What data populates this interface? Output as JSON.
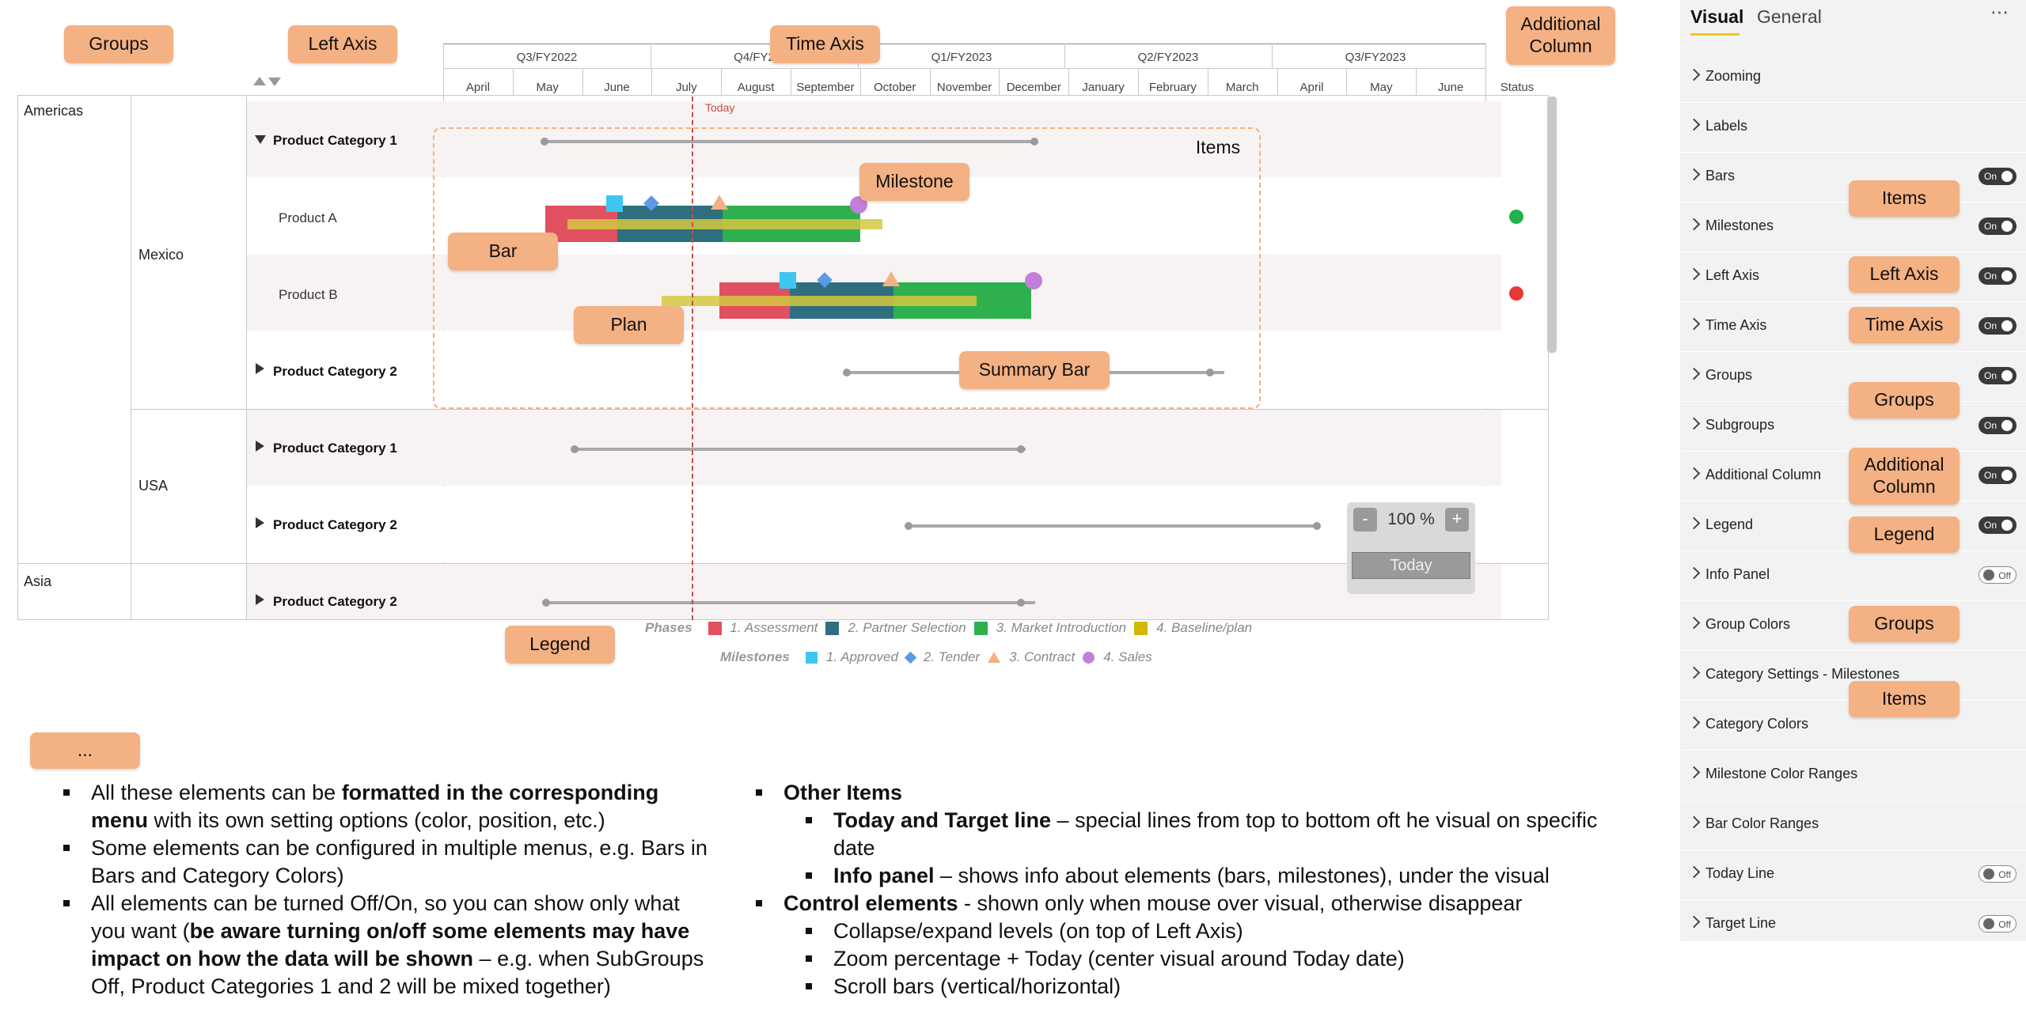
{
  "callouts": {
    "groups": "Groups",
    "left_axis": "Left Axis",
    "time_axis": "Time Axis",
    "additional_column": "Additional Column",
    "items": "Items",
    "milestone": "Milestone",
    "bar": "Bar",
    "plan": "Plan",
    "summary_bar": "Summary Bar",
    "legend": "Legend",
    "more": "...",
    "panel_items": "Items",
    "panel_left_axis": "Left Axis",
    "panel_time_axis": "Time Axis",
    "panel_groups": "Groups",
    "panel_additional_column": "Additional Column",
    "panel_legend": "Legend",
    "panel_group_colors": "Groups",
    "panel_category_items": "Items"
  },
  "gantt": {
    "quarters": [
      "Q3/FY2022",
      "Q4/FY2",
      "Q1/FY2023",
      "Q2/FY2023",
      "Q3/FY2023"
    ],
    "months": [
      "April",
      "May",
      "June",
      "July",
      "August",
      "September",
      "October",
      "November",
      "December",
      "January",
      "February",
      "March",
      "April",
      "May",
      "June"
    ],
    "status_header": "Status",
    "today_label": "Today",
    "groups": [
      "Americas",
      "Asia"
    ],
    "subgroups": [
      "Mexico",
      "USA"
    ],
    "rows": {
      "cat1_mexico": "Product Category 1",
      "product_a": "Product A",
      "product_b": "Product B",
      "cat2_mexico": "Product Category 2",
      "cat1_usa": "Product Category 1",
      "cat2_usa": "Product Category 2",
      "cat2_asia": "Product Category 2"
    },
    "zoom": {
      "minus": "-",
      "value": "100 %",
      "plus": "+",
      "today_button": "Today"
    },
    "status_colors": {
      "product_a": "#22b14c",
      "product_b": "#e53935"
    }
  },
  "legend": {
    "phases_title": "Phases",
    "phases": [
      {
        "label": "1. Assessment",
        "color": "#e05060"
      },
      {
        "label": "2. Partner Selection",
        "color": "#2e6e7e"
      },
      {
        "label": "3. Market Introduction",
        "color": "#2fb04f"
      },
      {
        "label": "4. Baseline/plan",
        "color": "#d4b800"
      }
    ],
    "milestones_title": "Milestones",
    "milestones": [
      {
        "label": "1. Approved",
        "color": "#3ec6f0",
        "shape": "square"
      },
      {
        "label": "2. Tender",
        "color": "#5a9ae8",
        "shape": "diamond"
      },
      {
        "label": "3. Contract",
        "color": "#f4b183",
        "shape": "triangle"
      },
      {
        "label": "4. Sales",
        "color": "#c27ed8",
        "shape": "circle"
      }
    ]
  },
  "panel": {
    "tabs": [
      "Visual",
      "General"
    ],
    "more": "⋯",
    "items": [
      {
        "label": "Zooming",
        "toggle": null
      },
      {
        "label": "Labels",
        "toggle": null
      },
      {
        "label": "Bars",
        "toggle": "On"
      },
      {
        "label": "Milestones",
        "toggle": "On"
      },
      {
        "label": "Left Axis",
        "toggle": "On"
      },
      {
        "label": "Time Axis",
        "toggle": "On"
      },
      {
        "label": "Groups",
        "toggle": "On"
      },
      {
        "label": "Subgroups",
        "toggle": "On"
      },
      {
        "label": "Additional Column",
        "toggle": "On"
      },
      {
        "label": "Legend",
        "toggle": "On"
      },
      {
        "label": "Info Panel",
        "toggle": "Off"
      },
      {
        "label": "Group Colors",
        "toggle": null
      },
      {
        "label": "Category Settings - Milestones",
        "toggle": null
      },
      {
        "label": "Category Colors",
        "toggle": null
      },
      {
        "label": "Milestone Color Ranges",
        "toggle": null
      },
      {
        "label": "Bar Color Ranges",
        "toggle": null
      },
      {
        "label": "Today Line",
        "toggle": "Off"
      },
      {
        "label": "Target Line",
        "toggle": "Off"
      }
    ]
  },
  "notes_left": {
    "b1_pre": "All these elements can be ",
    "b1_bold": "formatted in the corresponding menu",
    "b1_post": " with its own setting options (color, position, etc.)",
    "b2": "Some elements can be configured in multiple menus, e.g. Bars in Bars and Category Colors)",
    "b3_pre": "All elements can be turned Off/On, so you can show only what you want (",
    "b3_bold": "be aware turning on/off some elements may have impact on how the data will be shown",
    "b3_post": " – e.g. when SubGroups Off, Product Categories 1 and 2 will be mixed together)"
  },
  "notes_right": {
    "other_items": "Other Items",
    "today_bold": "Today and Target line",
    "today_text": " – special lines from top to bottom oft he visual on specific date",
    "info_bold": "Info panel",
    "info_text": " – shows info about elements (bars, milestones), under the visual",
    "control_bold": "Control elements",
    "control_text": " - shown only when mouse over visual, otherwise disappear",
    "s1": "Collapse/expand levels (on top of Left Axis)",
    "s2": "Zoom percentage + Today (center visual around Today date)",
    "s3": "Scroll bars (vertical/horizontal)"
  }
}
